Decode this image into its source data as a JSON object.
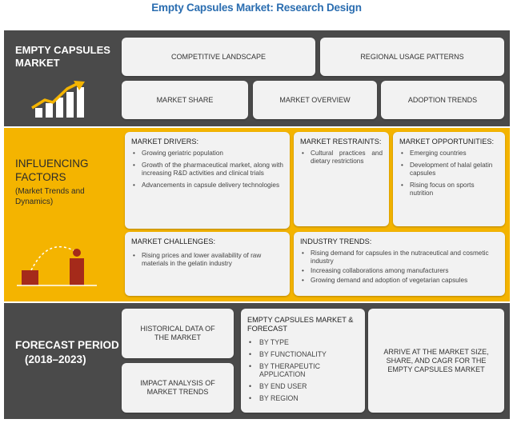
{
  "title": "Empty Capsules Market: Research Design",
  "band1": {
    "label_line1": "EMPTY CAPSULES",
    "label_line2": "MARKET",
    "cards": {
      "competitive": "COMPETITIVE LANDSCAPE",
      "regional": "REGIONAL USAGE PATTERNS",
      "share": "MARKET SHARE",
      "overview": "MARKET OVERVIEW",
      "adoption": "ADOPTION TRENDS"
    }
  },
  "band2": {
    "label_line1": "INFLUENCING",
    "label_line2": "FACTORS",
    "sub_line1": "(Market Trends and",
    "sub_line2": "Dynamics)",
    "drivers": {
      "heading": "MARKET DRIVERS:",
      "items": [
        "Growing geriatric population",
        "Growth of the pharmaceutical market, along with increasing R&D activities and clinical trials",
        "Advancements in capsule delivery technologies"
      ]
    },
    "restraints": {
      "heading": "MARKET RESTRAINTS:",
      "items": [
        "Cultural practices and dietary restrictions"
      ]
    },
    "opportunities": {
      "heading": "MARKET OPPORTUNITIES:",
      "items": [
        "Emerging countries",
        "Development of halal gelatin capsules",
        "Rising focus on sports nutrition"
      ]
    },
    "challenges": {
      "heading": "MARKET CHALLENGES:",
      "items": [
        "Rising prices and lower availability of raw materials in the gelatin industry"
      ]
    },
    "trends": {
      "heading": "INDUSTRY TRENDS:",
      "items": [
        "Rising demand for capsules in the nutraceutical and cosmetic industry",
        "Increasing collaborations among manufacturers",
        "Growing demand and adoption of vegetarian capsules"
      ]
    }
  },
  "band3": {
    "label_line1": "FORECAST PERIOD",
    "label_line2": "(2018–2023)",
    "historical": "HISTORICAL DATA OF THE MARKET",
    "impact": "IMPACT ANALYSIS OF MARKET TRENDS",
    "forecast": {
      "heading_line1": "EMPTY CAPSULES MARKET &",
      "heading_line2": "FORECAST",
      "items": [
        "BY TYPE",
        "BY FUNCTIONALITY",
        "BY THERAPEUTIC APPLICATION",
        "BY END USER",
        "BY REGION"
      ]
    },
    "arrive": "ARRIVE AT THE MARKET SIZE, SHARE, AND CAGR FOR THE EMPTY CAPSULES MARKET"
  },
  "colors": {
    "gray_band": "#4a4a4a",
    "yellow_band": "#f4b400",
    "title_blue": "#2a6db0",
    "icon_red": "#a52a1a"
  }
}
